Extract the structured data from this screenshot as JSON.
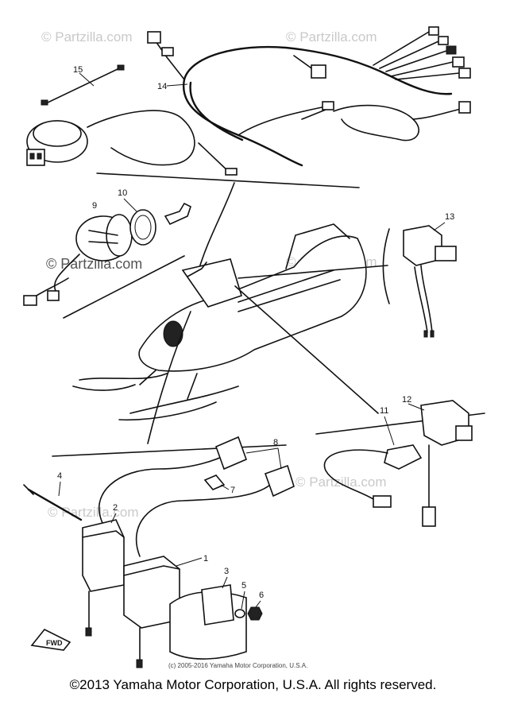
{
  "callouts": {
    "c1": "1",
    "c2": "2",
    "c3": "3",
    "c4": "4",
    "c5": "5",
    "c6": "6",
    "c7": "7",
    "c8": "8",
    "c9": "9",
    "c10": "10",
    "c11": "11",
    "c12": "12",
    "c13": "13",
    "c14": "14",
    "c15": "15"
  },
  "watermark": {
    "brand": "© Partzilla.com",
    "inline_copyright": "(c) 2005-2016 Yamaha Motor Corporation, U.S.A."
  },
  "fwd_label": "FWD",
  "footer": {
    "copyright": "©2013 Yamaha Motor Corporation, U.S.A. All rights reserved."
  }
}
